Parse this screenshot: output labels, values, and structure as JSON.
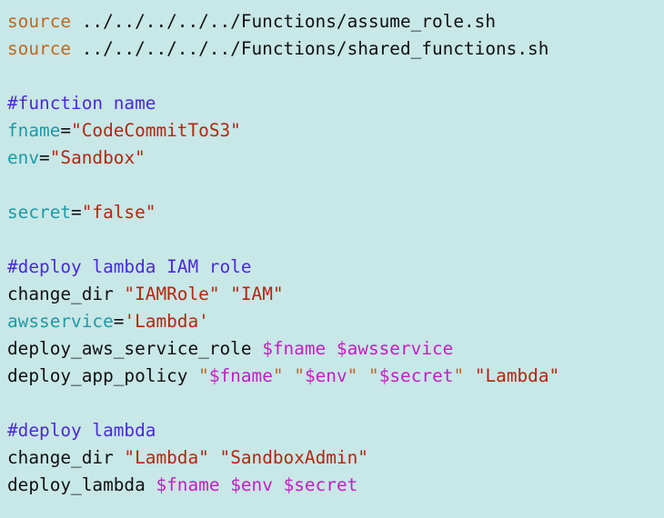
{
  "colors": {
    "background": "#c8e7e7",
    "keyword": "#c0681c",
    "variable": "#1c9ba6",
    "string": "#b4260e",
    "comment": "#4a2ad8",
    "substitution": "#c21fc2"
  },
  "code_lines": [
    [
      [
        "#####################################",
        "cmt"
      ]
    ],
    [
      [
        "source",
        "kw"
      ],
      [
        " ../../../../../Functions/assume_role.sh",
        "plain"
      ]
    ],
    [
      [
        "source",
        "kw"
      ],
      [
        " ../../../../../Functions/shared_functions.sh",
        "plain"
      ]
    ],
    [],
    [
      [
        "#function name",
        "cmt"
      ]
    ],
    [
      [
        "fname",
        "var"
      ],
      [
        "=",
        "plain"
      ],
      [
        "\"CodeCommitToS3\"",
        "str"
      ]
    ],
    [
      [
        "env",
        "var"
      ],
      [
        "=",
        "plain"
      ],
      [
        "\"Sandbox\"",
        "str"
      ]
    ],
    [],
    [
      [
        "secret",
        "var"
      ],
      [
        "=",
        "plain"
      ],
      [
        "\"false\"",
        "str"
      ]
    ],
    [],
    [
      [
        "#deploy lambda IAM role",
        "cmt"
      ]
    ],
    [
      [
        "change_dir ",
        "plain"
      ],
      [
        "\"IAMRole\"",
        "str"
      ],
      [
        " ",
        "plain"
      ],
      [
        "\"IAM\"",
        "str"
      ]
    ],
    [
      [
        "awsservice",
        "var"
      ],
      [
        "=",
        "plain"
      ],
      [
        "'Lambda'",
        "str"
      ]
    ],
    [
      [
        "deploy_aws_service_role ",
        "plain"
      ],
      [
        "$fname",
        "sub"
      ],
      [
        " ",
        "plain"
      ],
      [
        "$awsservice",
        "sub"
      ]
    ],
    [
      [
        "deploy_app_policy ",
        "plain"
      ],
      [
        "\"",
        "q"
      ],
      [
        "$fname",
        "sub"
      ],
      [
        "\"",
        "q"
      ],
      [
        " ",
        "plain"
      ],
      [
        "\"",
        "q"
      ],
      [
        "$env",
        "sub"
      ],
      [
        "\"",
        "q"
      ],
      [
        " ",
        "plain"
      ],
      [
        "\"",
        "q"
      ],
      [
        "$secret",
        "sub"
      ],
      [
        "\"",
        "q"
      ],
      [
        " ",
        "plain"
      ],
      [
        "\"Lambda\"",
        "str"
      ]
    ],
    [],
    [
      [
        "#deploy lambda",
        "cmt"
      ]
    ],
    [
      [
        "change_dir ",
        "plain"
      ],
      [
        "\"Lambda\"",
        "str"
      ],
      [
        " ",
        "plain"
      ],
      [
        "\"SandboxAdmin\"",
        "str"
      ]
    ],
    [
      [
        "deploy_lambda ",
        "plain"
      ],
      [
        "$fname",
        "sub"
      ],
      [
        " ",
        "plain"
      ],
      [
        "$env",
        "sub"
      ],
      [
        " ",
        "plain"
      ],
      [
        "$secret",
        "sub"
      ]
    ]
  ]
}
